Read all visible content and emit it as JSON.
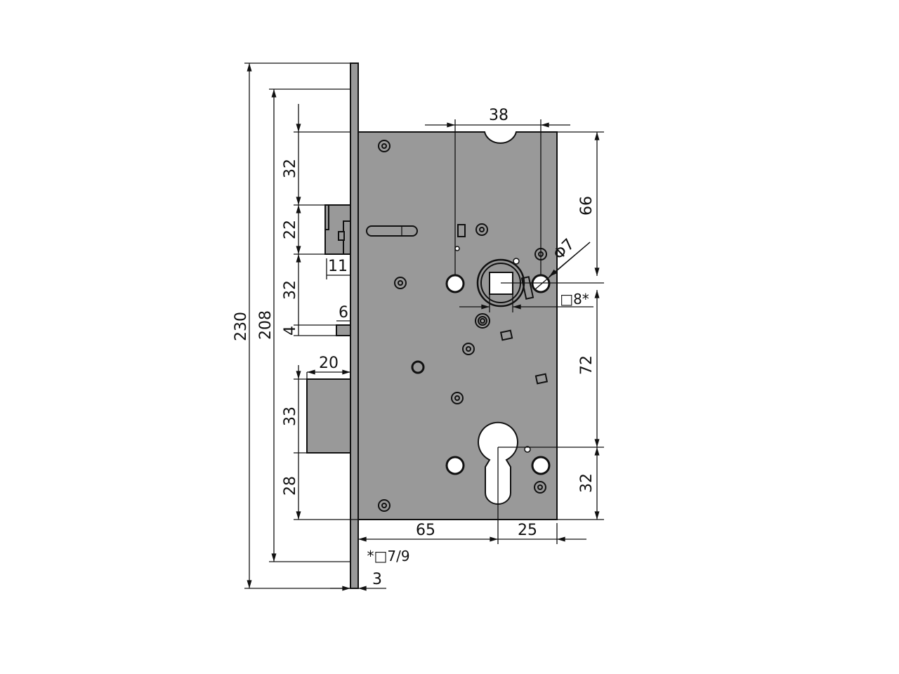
{
  "title": "Mortise lock dimension drawing",
  "colors": {
    "plate": "#999999",
    "line": "#111111"
  },
  "dimensions": {
    "overall_height": "230",
    "faceplate_inner": "208",
    "top_to_latch": "32",
    "latch_height": "22",
    "latch_to_deadlatch": "32",
    "deadlatch_height": "4",
    "deadlatch_projection": "6",
    "latch_projection": "11",
    "bolt_projection": "20",
    "bolt_height": "33",
    "bottom_offset": "28",
    "hole_spacing": "38",
    "top_to_spindle": "66",
    "spindle_to_cylinder": "72",
    "cylinder_to_bottom": "32",
    "backset": "65",
    "cylinder_to_edge": "25",
    "faceplate_thickness": "3",
    "hole_diameter": "Φ7",
    "spindle_square": "□8*",
    "spindle_note": "*□7/9"
  }
}
